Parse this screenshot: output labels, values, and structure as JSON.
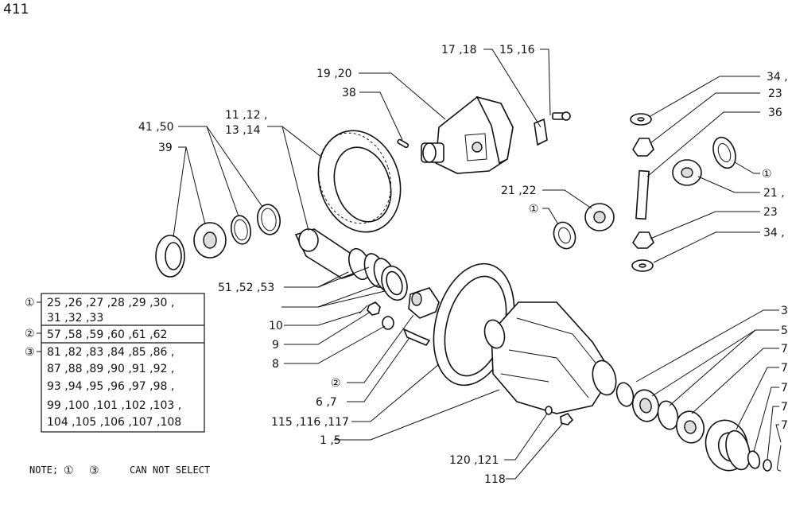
{
  "page_number": "411",
  "callouts": {
    "c_17_18": "17 ,18",
    "c_15_16": "15 ,16",
    "c_19_20": "19 ,20",
    "c_38": "38",
    "c_11_12": "11 ,12 ,",
    "c_13_14": "13 ,14",
    "c_41_50": "41 ,50",
    "c_39": "39",
    "c_21_22": "21 ,22",
    "c_circ1_mid": "①",
    "c_51_53": "51 ,52 ,53",
    "c_10": "10",
    "c_9": "9",
    "c_8": "8",
    "c_circ2": "②",
    "c_6_7": "6 ,7",
    "c_115_117": "115 ,116 ,117",
    "c_1_5": "1 ,5",
    "c_120_121": "120 ,121",
    "c_118": "118",
    "r_34a": "34 ,",
    "r_23a": "23",
    "r_36": "36",
    "r_circ1": "①",
    "r_21": "21 ,",
    "r_23b": "23",
    "r_34b": "34 ,",
    "r_3": "3",
    "r_5": "5",
    "r_7a": "7",
    "r_7b": "7",
    "r_7c": "7",
    "r_7d": "7",
    "r_7e": "7"
  },
  "parts_table": {
    "group1_symbol": "①",
    "group1_line1": "25 ,26 ,27 ,28 ,29 ,30 ,",
    "group1_line2": "31 ,32 ,33",
    "group2_symbol": "②",
    "group2_line1": "57 ,58 ,59 ,60 ,61 ,62",
    "group3_symbol": "③",
    "group3_line1": "81 ,82 ,83 ,84 ,85 ,86 ,",
    "group3_line2": "87 ,88 ,89 ,90 ,91 ,92 ,",
    "group3_line3": "93 ,94 ,95 ,96 ,97 ,98 ,",
    "group3_line4": "99 ,100 ,101 ,102 ,103 ,",
    "group3_line5": "104 ,105 ,106 ,107 ,108"
  },
  "note": {
    "prefix": "NOTE;",
    "sym1": "①",
    "sym3": "③",
    "text": "CAN NOT SELECT"
  }
}
